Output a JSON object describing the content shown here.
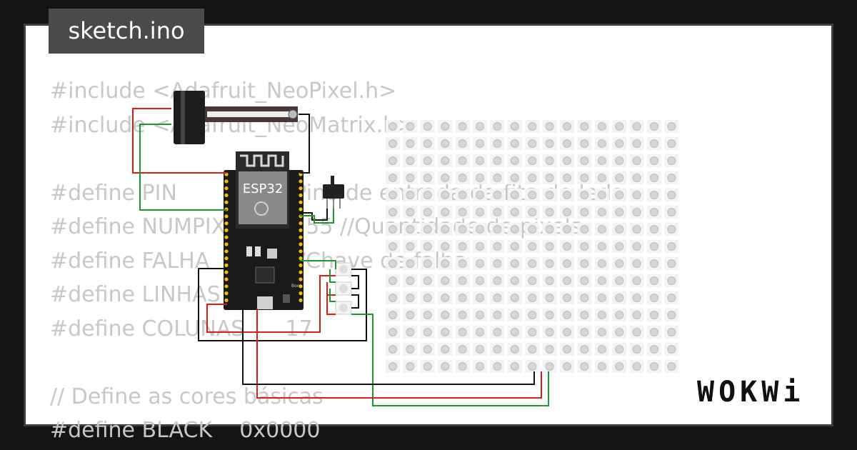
{
  "file_tab": {
    "title": "sketch.ino"
  },
  "code_lines": [
    "#include <Adafruit_NeoPixel.h>",
    "#include <Adafruit_NeoMatrix.h>",
    "",
    "#define PIN          15 //Pino de entrada da fita de leds",
    "#define NUMPIXELS    255 //Quantidade de pixels",
    "#define FALHA        4  //Chave de falha",
    "#define LINHAS       15",
    "#define COLUNAS      17",
    "",
    "// Define as cores básicas",
    "#define BLACK    0x0000"
  ],
  "board": {
    "label": "ESP32",
    "boot_label": "Boot"
  },
  "matrix": {
    "rows": 15,
    "cols": 17
  },
  "brand": {
    "logo_text": "WOKWi"
  },
  "colors": {
    "background": "#141414",
    "code_text": "#c8c8c8",
    "tab_bg": "#4a4a4a",
    "wire_red": "#e01b1b",
    "wire_green": "#1a9a2a",
    "wire_black": "#111111",
    "board": "#1a1a1a",
    "pin": "#f2c200"
  }
}
